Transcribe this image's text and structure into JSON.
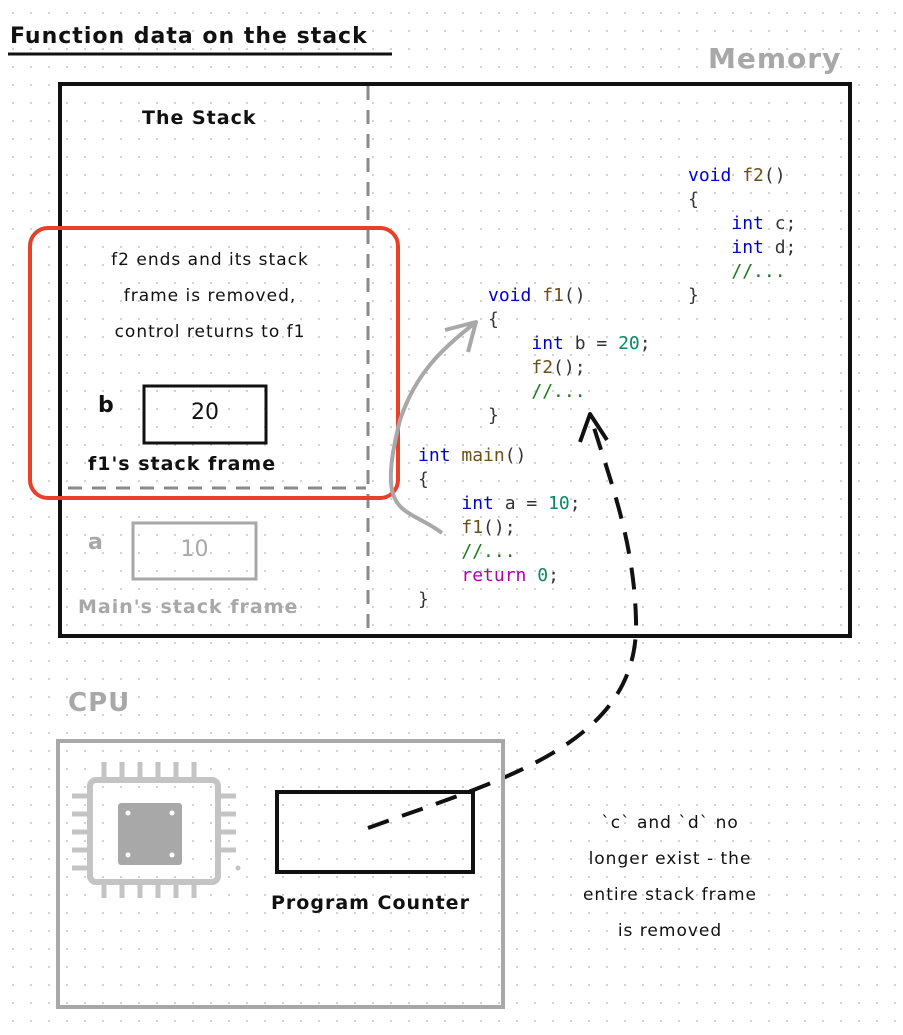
{
  "title": "Function data on the stack",
  "memory_label": "Memory",
  "stack_label": "The Stack",
  "cpu_label": "CPU",
  "callout": [
    "f2 ends and its stack",
    "frame is removed,",
    "control returns to f1"
  ],
  "f1_frame": {
    "var_name": "b",
    "value": "20",
    "label": "f1's stack frame"
  },
  "main_frame": {
    "var_name": "a",
    "value": "10",
    "label": "Main's stack frame"
  },
  "program_counter_label": "Program Counter",
  "note": [
    "`c` and `d` no",
    "longer exist - the",
    "entire stack frame",
    "is removed"
  ],
  "code": {
    "f2": {
      "kw": "void",
      "name": "f2",
      "sig_rest": "()",
      "open": "{",
      "l1_type": "int",
      "l1_rest": " c;",
      "l2_type": "int",
      "l2_rest": " d;",
      "l3": "//...",
      "close": "}"
    },
    "f1": {
      "kw": "void",
      "name": "f1",
      "sig_rest": "()",
      "open": "{",
      "l1_type": "int",
      "l1_mid": " b = ",
      "l1_num": "20",
      "l1_end": ";",
      "l2_name": "f2",
      "l2_rest": "();",
      "l3": "//...",
      "close": "}"
    },
    "main": {
      "kw": "int",
      "name": "main",
      "sig_rest": "()",
      "open": "{",
      "l1_type": "int",
      "l1_mid": " a = ",
      "l1_num": "10",
      "l1_end": ";",
      "l2_name": "f1",
      "l2_rest": "();",
      "l3": "//...",
      "l4_kw": "return",
      "l4_sp": " ",
      "l4_num": "0",
      "l4_end": ";",
      "close": "}"
    }
  },
  "colors": {
    "ink": "#111111",
    "faded": "#a8a8a8",
    "highlight": "#e8402a",
    "keyword": "#0000cc",
    "function_name": "#6b4f1a",
    "number": "#0a8a5f",
    "comment": "#1a7a1a",
    "return_keyword": "#b000b0"
  },
  "icons": {
    "cpu_chip": "cpu-chip-icon"
  }
}
